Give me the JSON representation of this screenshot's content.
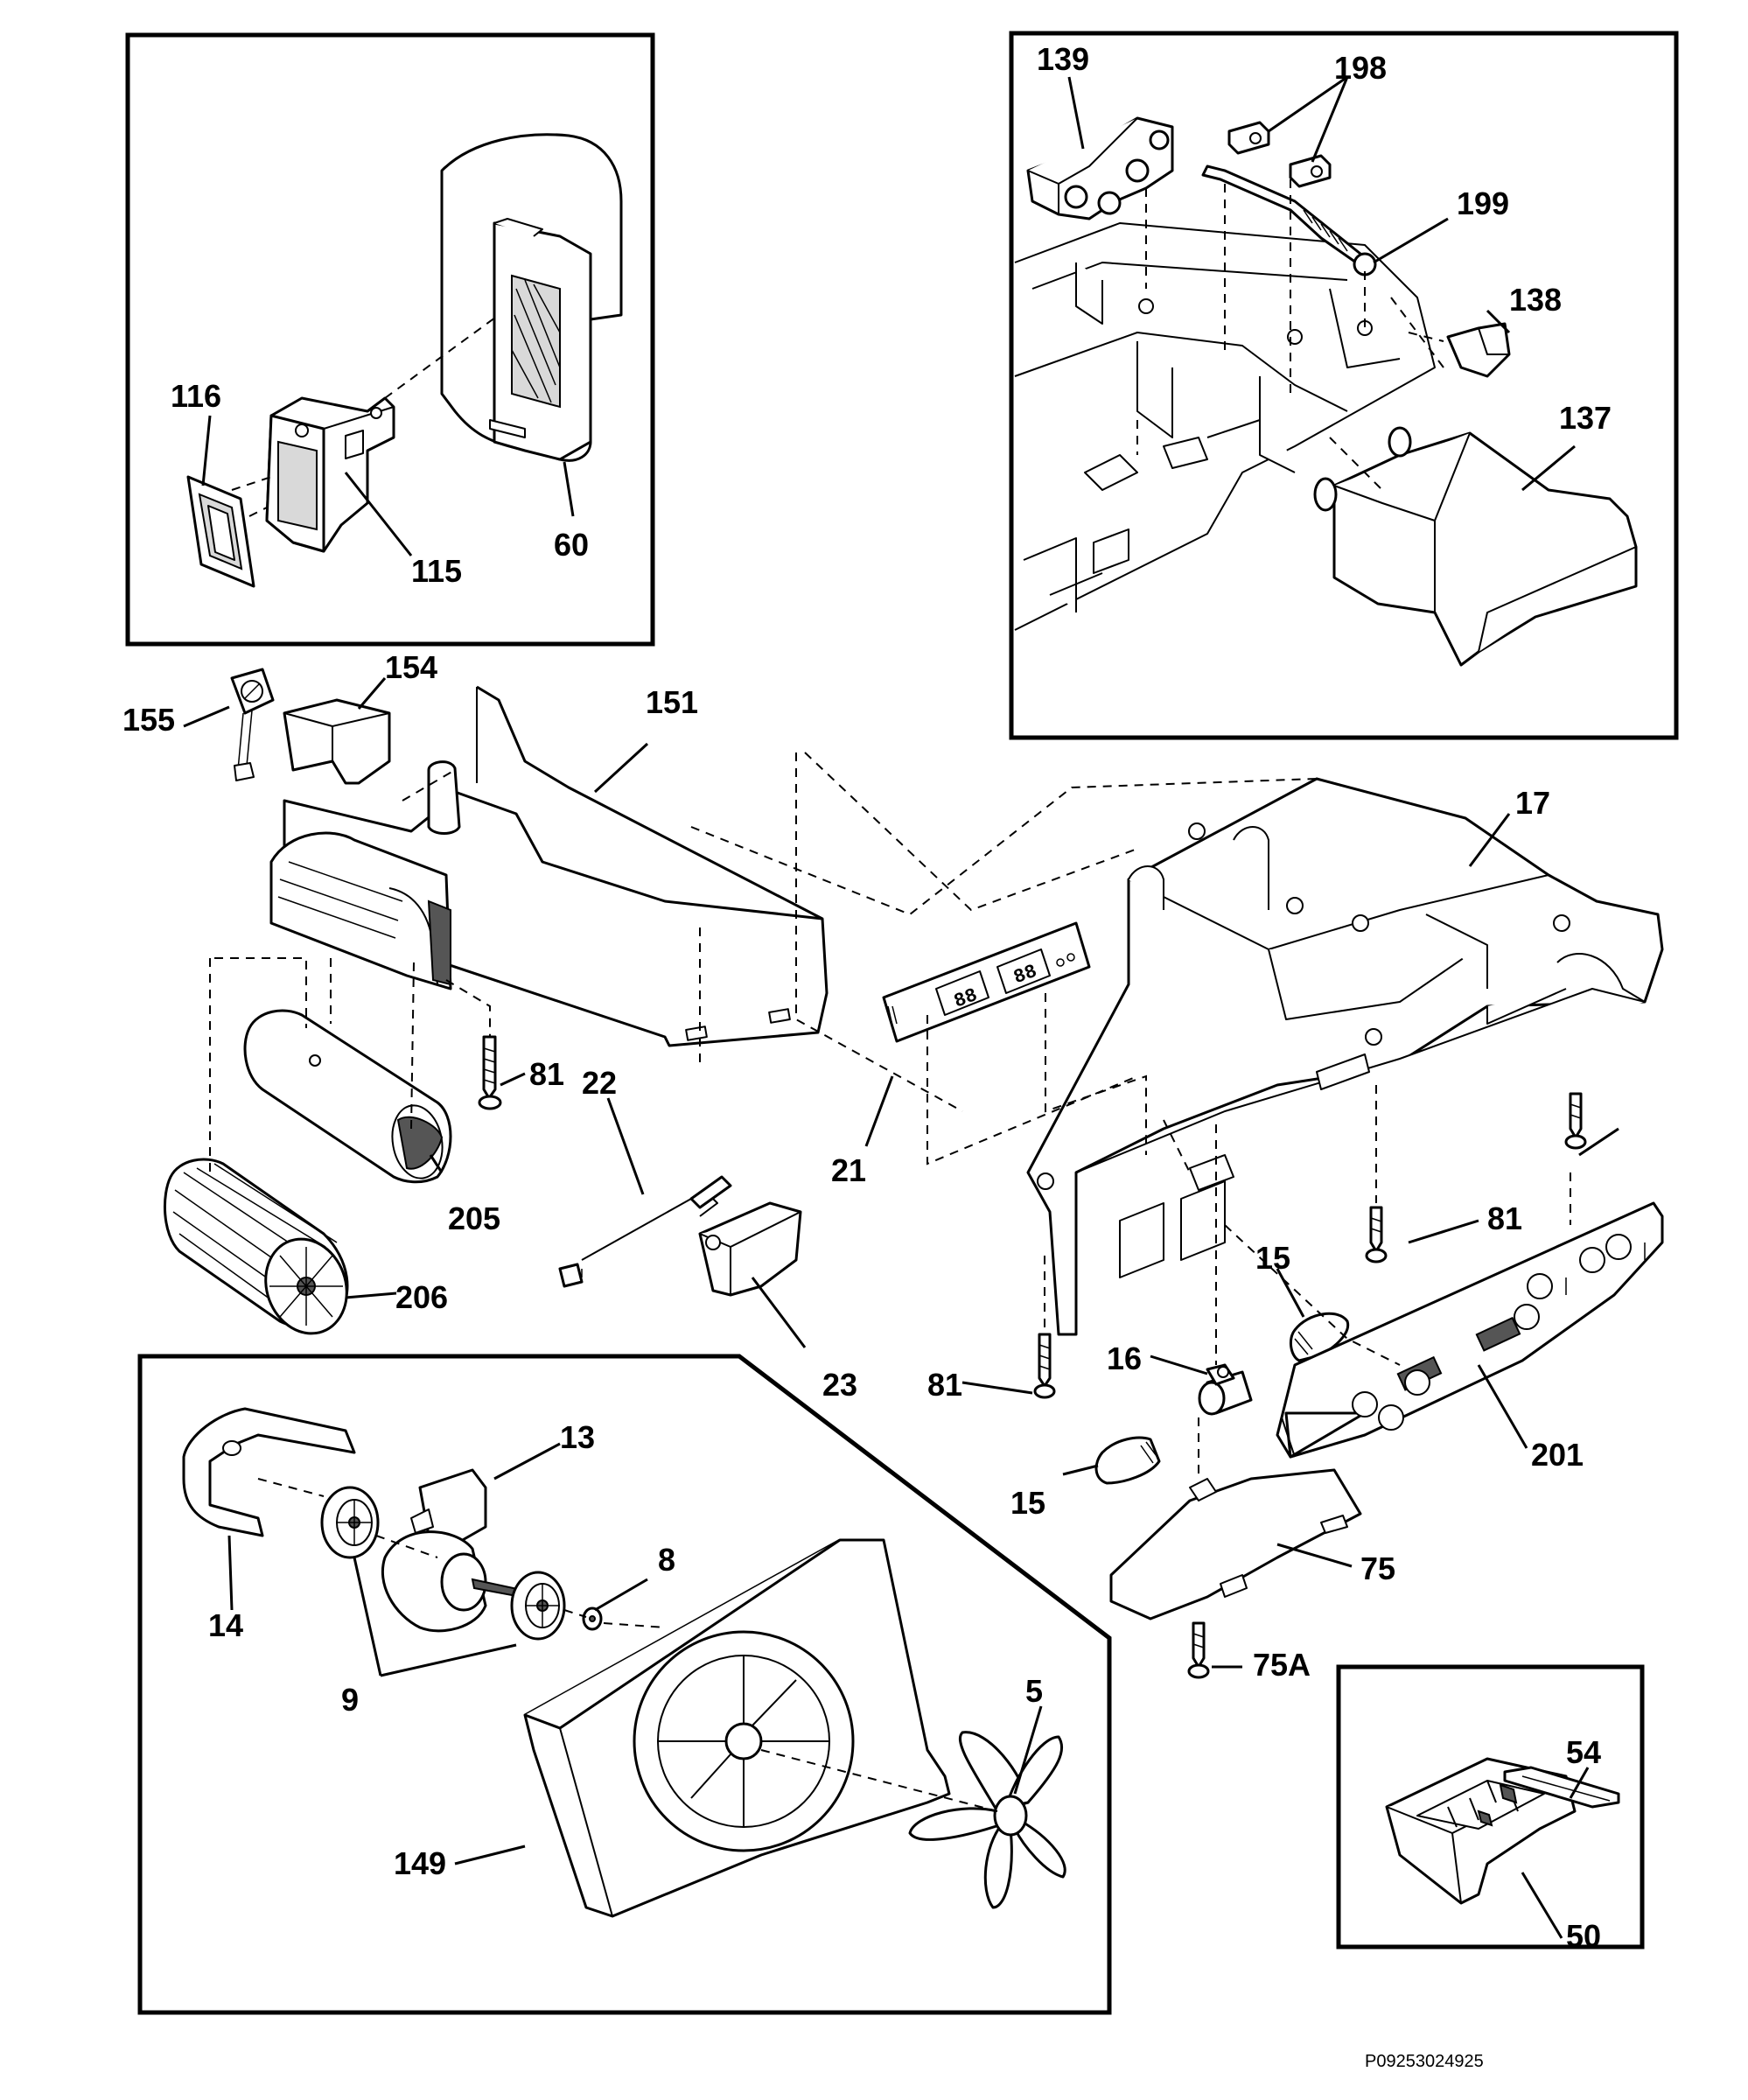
{
  "reference_code": "P09253024925",
  "callouts": [
    {
      "id": "c139",
      "text": "139"
    },
    {
      "id": "c198",
      "text": "198"
    },
    {
      "id": "c199",
      "text": "199"
    },
    {
      "id": "c138",
      "text": "138"
    },
    {
      "id": "c137",
      "text": "137"
    },
    {
      "id": "c116",
      "text": "116"
    },
    {
      "id": "c115",
      "text": "115"
    },
    {
      "id": "c60",
      "text": "60"
    },
    {
      "id": "c155",
      "text": "155"
    },
    {
      "id": "c154",
      "text": "154"
    },
    {
      "id": "c151",
      "text": "151"
    },
    {
      "id": "c17",
      "text": "17"
    },
    {
      "id": "c81a",
      "text": "81"
    },
    {
      "id": "c22",
      "text": "22"
    },
    {
      "id": "c21",
      "text": "21"
    },
    {
      "id": "c205",
      "text": "205"
    },
    {
      "id": "c206",
      "text": "206"
    },
    {
      "id": "c23",
      "text": "23"
    },
    {
      "id": "c81b",
      "text": "81"
    },
    {
      "id": "c81c",
      "text": "81"
    },
    {
      "id": "c15a",
      "text": "15"
    },
    {
      "id": "c16",
      "text": "16"
    },
    {
      "id": "c15b",
      "text": "15"
    },
    {
      "id": "c201",
      "text": "201"
    },
    {
      "id": "c75",
      "text": "75"
    },
    {
      "id": "c75a",
      "text": "75A"
    },
    {
      "id": "c13",
      "text": "13"
    },
    {
      "id": "c14",
      "text": "14"
    },
    {
      "id": "c8",
      "text": "8"
    },
    {
      "id": "c9",
      "text": "9"
    },
    {
      "id": "c5",
      "text": "5"
    },
    {
      "id": "c149",
      "text": "149"
    },
    {
      "id": "c54",
      "text": "54"
    },
    {
      "id": "c50",
      "text": "50"
    }
  ],
  "display_readouts": [
    "88",
    "88"
  ]
}
